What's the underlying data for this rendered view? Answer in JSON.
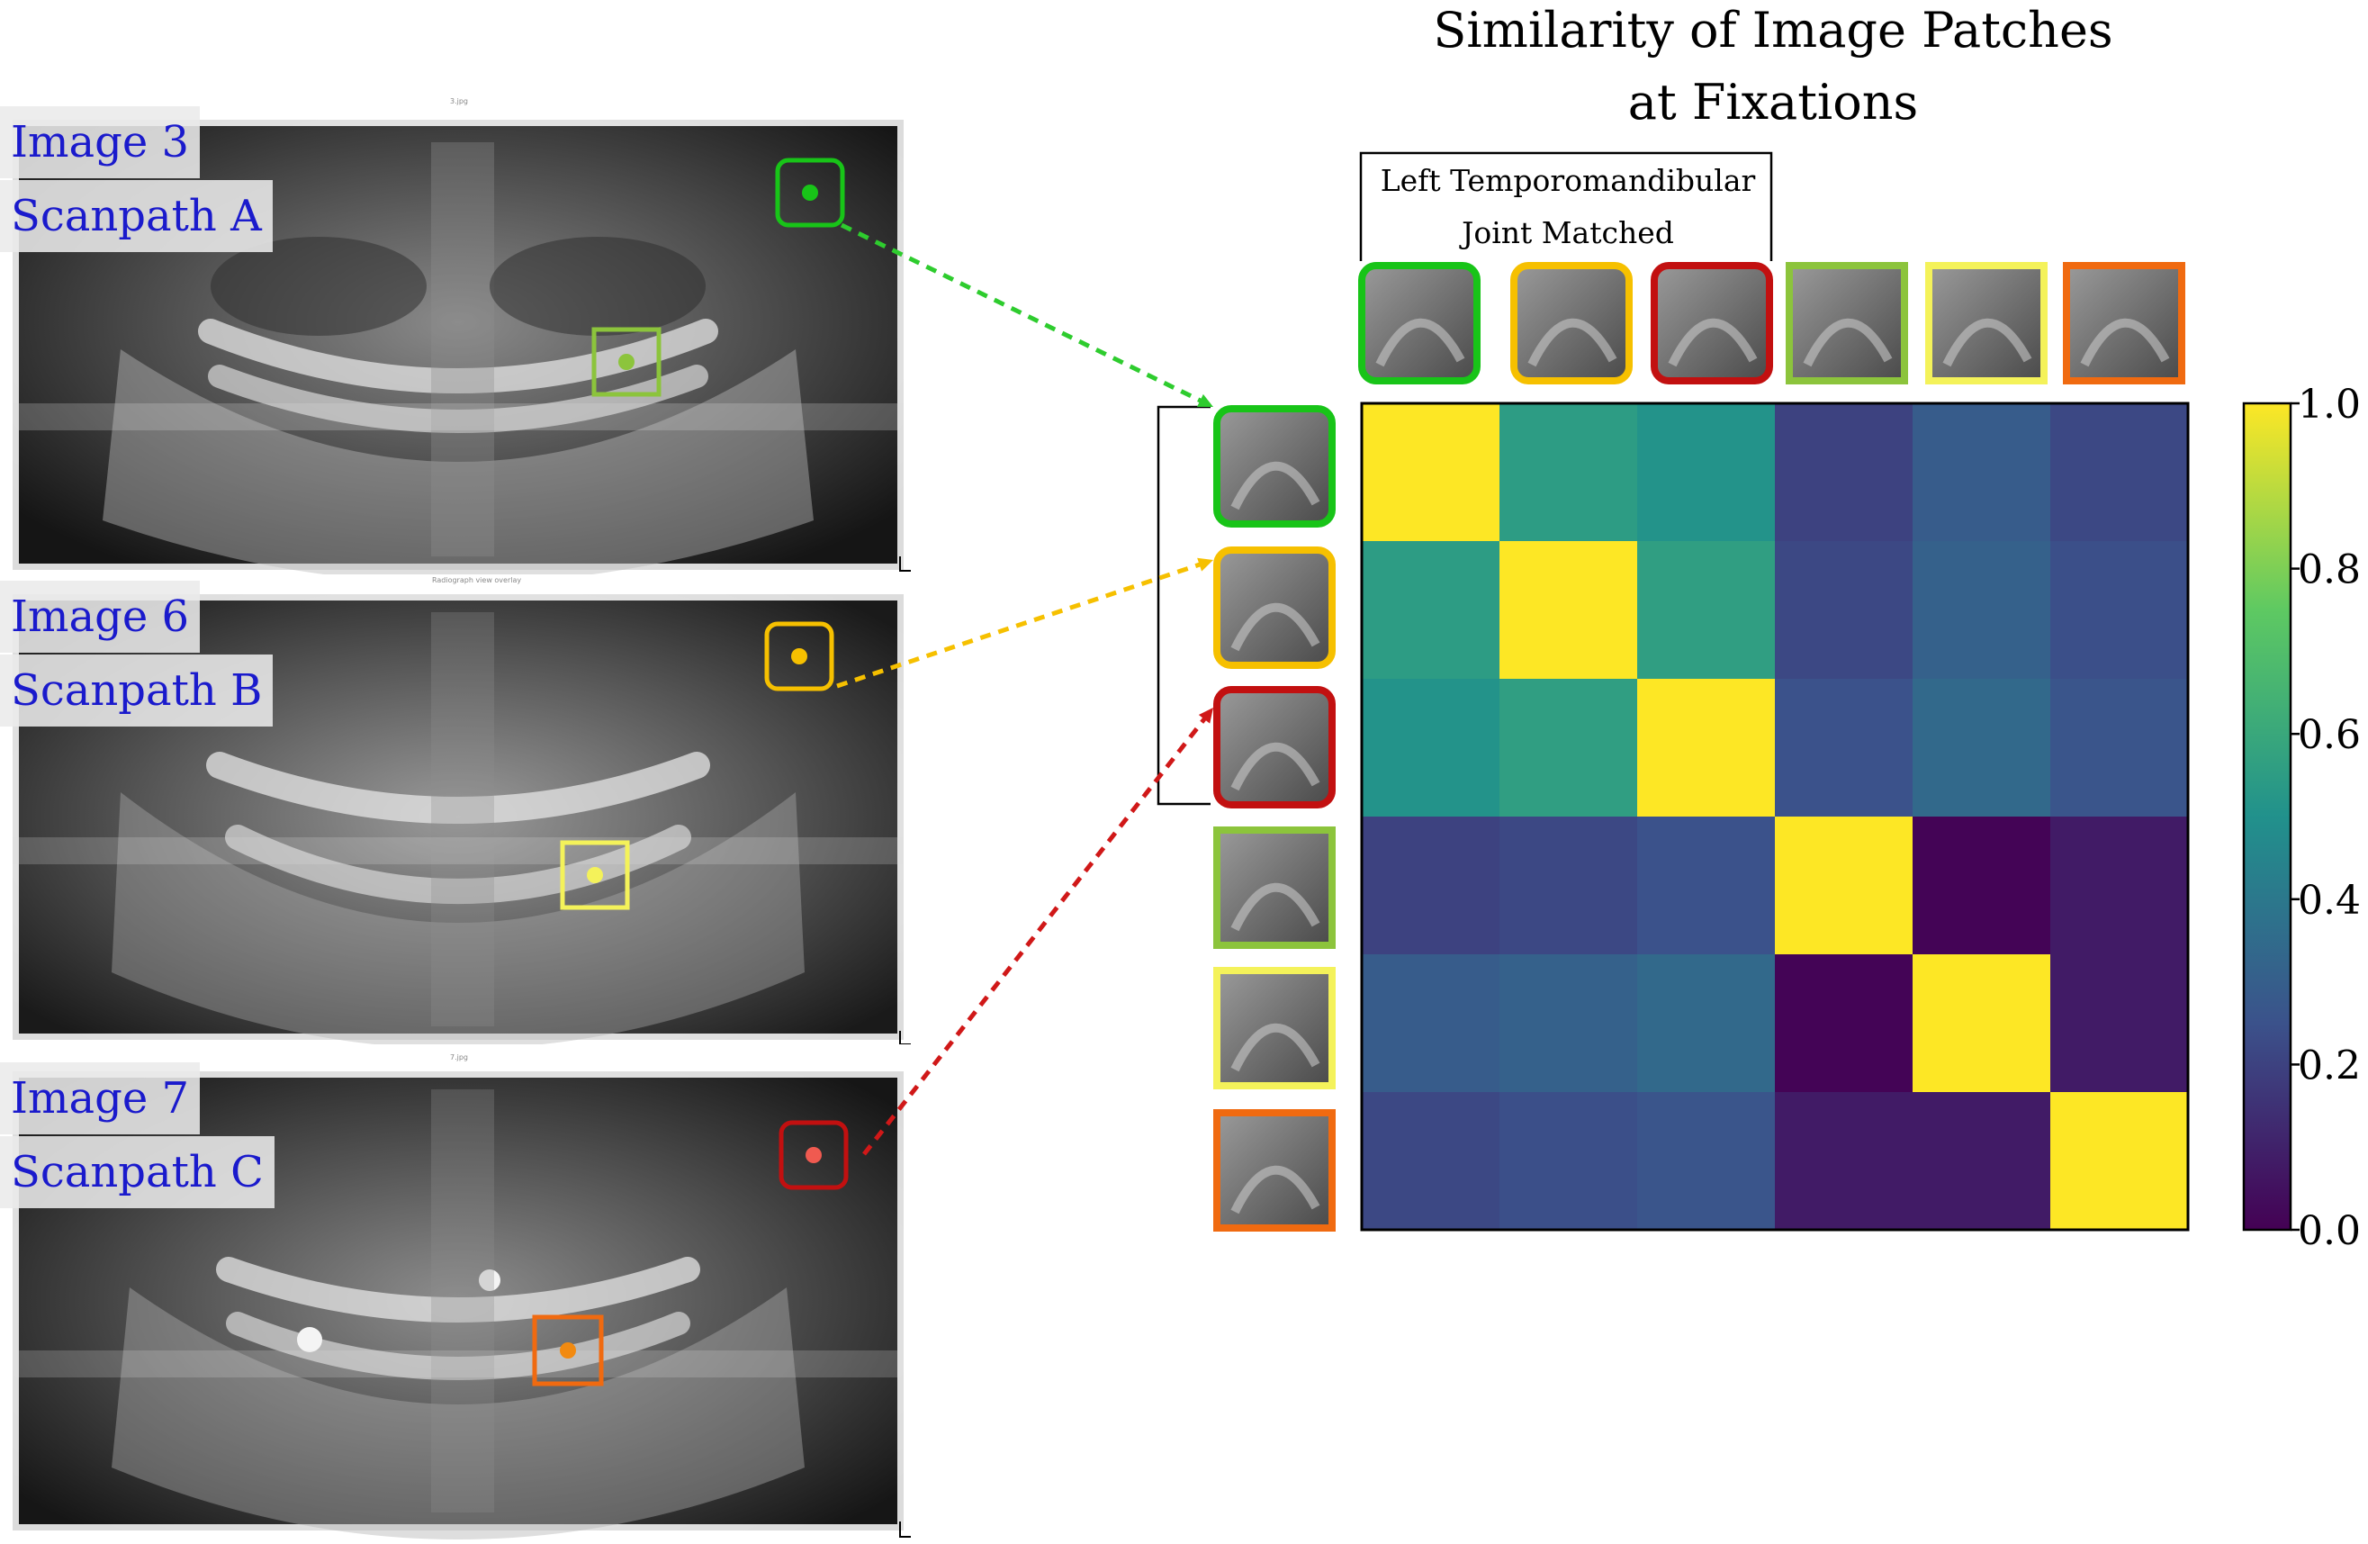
{
  "title_lines": [
    "Similarity of Image Patches",
    "at Fixations"
  ],
  "bracket_label_lines": [
    "Left Temporomandibular",
    "Joint Matched"
  ],
  "panels": [
    {
      "image_label": "Image 3",
      "scanpath_label": "Scanpath A",
      "tiny_header": "3.jpg"
    },
    {
      "image_label": "Image 6",
      "scanpath_label": "Scanpath B",
      "tiny_header": "Radiograph view overlay"
    },
    {
      "image_label": "Image 7",
      "scanpath_label": "Scanpath C",
      "tiny_header": "7.jpg"
    }
  ],
  "patch_colors": [
    "#18c418",
    "#f6c000",
    "#c21010",
    "#8cc43c",
    "#f4f25a",
    "#f06a10"
  ],
  "fixation_dot_colors": [
    "#18c418",
    "#8cc43c",
    "#f6c000",
    "#f4f25a",
    "#f05a50",
    "#f28a10"
  ],
  "arrow_colors": [
    "#2ecc2e",
    "#f6c000",
    "#d01818"
  ],
  "colormap": "viridis",
  "chart_data": {
    "type": "heatmap",
    "title": "Similarity of Image Patches at Fixations",
    "rows": [
      "patch 1",
      "patch 2",
      "patch 3",
      "patch 4",
      "patch 5",
      "patch 6"
    ],
    "columns": [
      "patch 1",
      "patch 2",
      "patch 3",
      "patch 4",
      "patch 5",
      "patch 6"
    ],
    "values": [
      [
        1.0,
        0.55,
        0.51,
        0.2,
        0.29,
        0.22
      ],
      [
        0.55,
        1.0,
        0.56,
        0.22,
        0.31,
        0.24
      ],
      [
        0.51,
        0.56,
        1.0,
        0.25,
        0.34,
        0.26
      ],
      [
        0.2,
        0.22,
        0.25,
        1.0,
        0.01,
        0.08
      ],
      [
        0.29,
        0.31,
        0.34,
        0.01,
        1.0,
        0.08
      ],
      [
        0.22,
        0.24,
        0.26,
        0.08,
        0.08,
        1.0
      ]
    ],
    "colorbar": {
      "range": [
        0.0,
        1.0
      ],
      "ticks": [
        "0.0",
        "0.2",
        "0.4",
        "0.6",
        "0.8",
        "1.0"
      ]
    }
  }
}
